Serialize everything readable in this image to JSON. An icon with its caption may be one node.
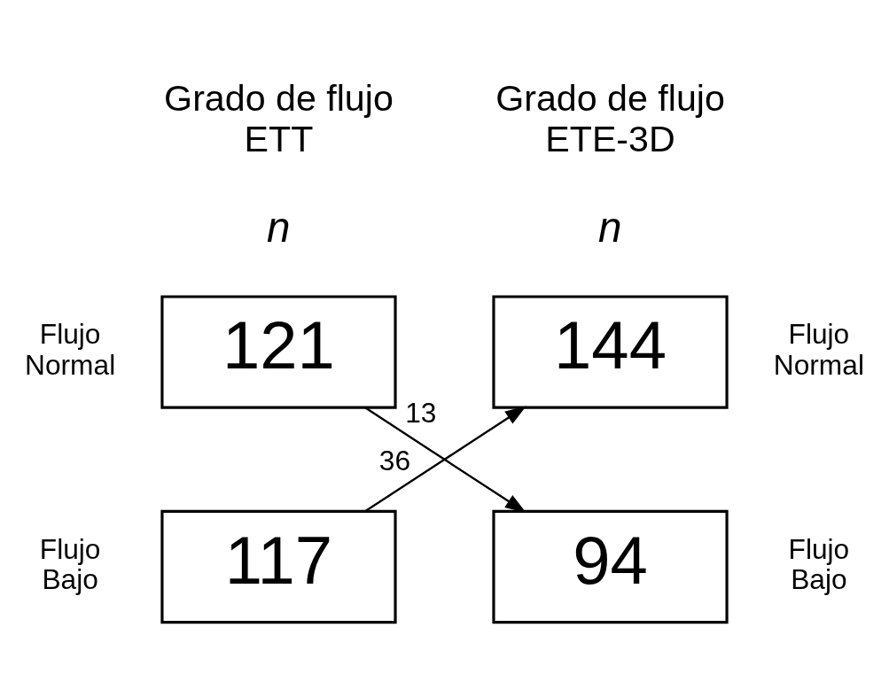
{
  "diagram": {
    "nodes": [
      {
        "text": [
          "121"
        ],
        "beside": [
          "Flujo Normal"
        ]
      },
      {
        "text": [
          "117"
        ],
        "beside": [
          "Flujo Bajo"
        ]
      },
      {
        "text": [
          "144"
        ],
        "beside": [
          "Flujo Normal"
        ]
      },
      {
        "text": [
          "94"
        ],
        "beside": [
          "Flujo Bajo"
        ]
      }
    ],
    "edges": [
      {
        "from": 0,
        "to": 3,
        "arrow": "to",
        "label": "13"
      },
      {
        "from": 1,
        "to": 2,
        "arrow": "to",
        "label": "36"
      }
    ],
    "labels": [
      "Grado de flujo ETT",
      "Grado de flujo ETE-3D",
      "n",
      "n"
    ]
  }
}
